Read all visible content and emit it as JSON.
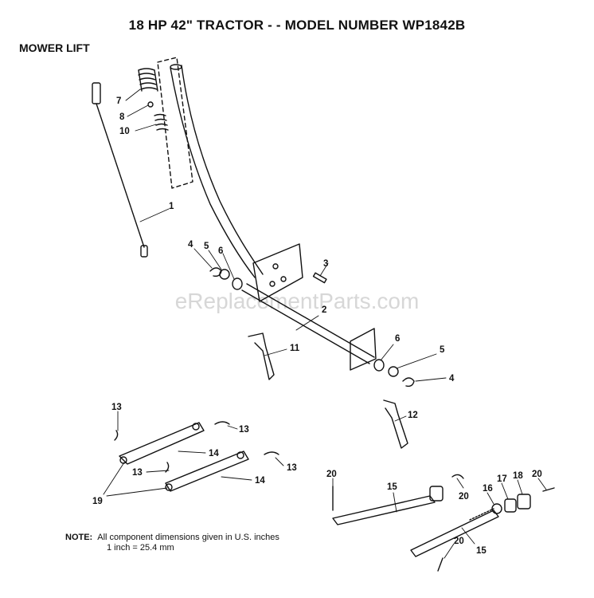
{
  "header": {
    "title": "18 HP 42\" TRACTOR - - MODEL NUMBER WP1842B",
    "section": "MOWER LIFT"
  },
  "watermark": "eReplacementParts.com",
  "callouts": [
    "1",
    "2",
    "3",
    "4",
    "5",
    "6",
    "7",
    "8",
    "10",
    "11",
    "12",
    "13",
    "14",
    "15",
    "16",
    "17",
    "18",
    "19",
    "20"
  ],
  "note": {
    "label": "NOTE:",
    "line1": "All component dimensions given in U.S. inches",
    "line2": "1 inch = 25.4 mm"
  }
}
